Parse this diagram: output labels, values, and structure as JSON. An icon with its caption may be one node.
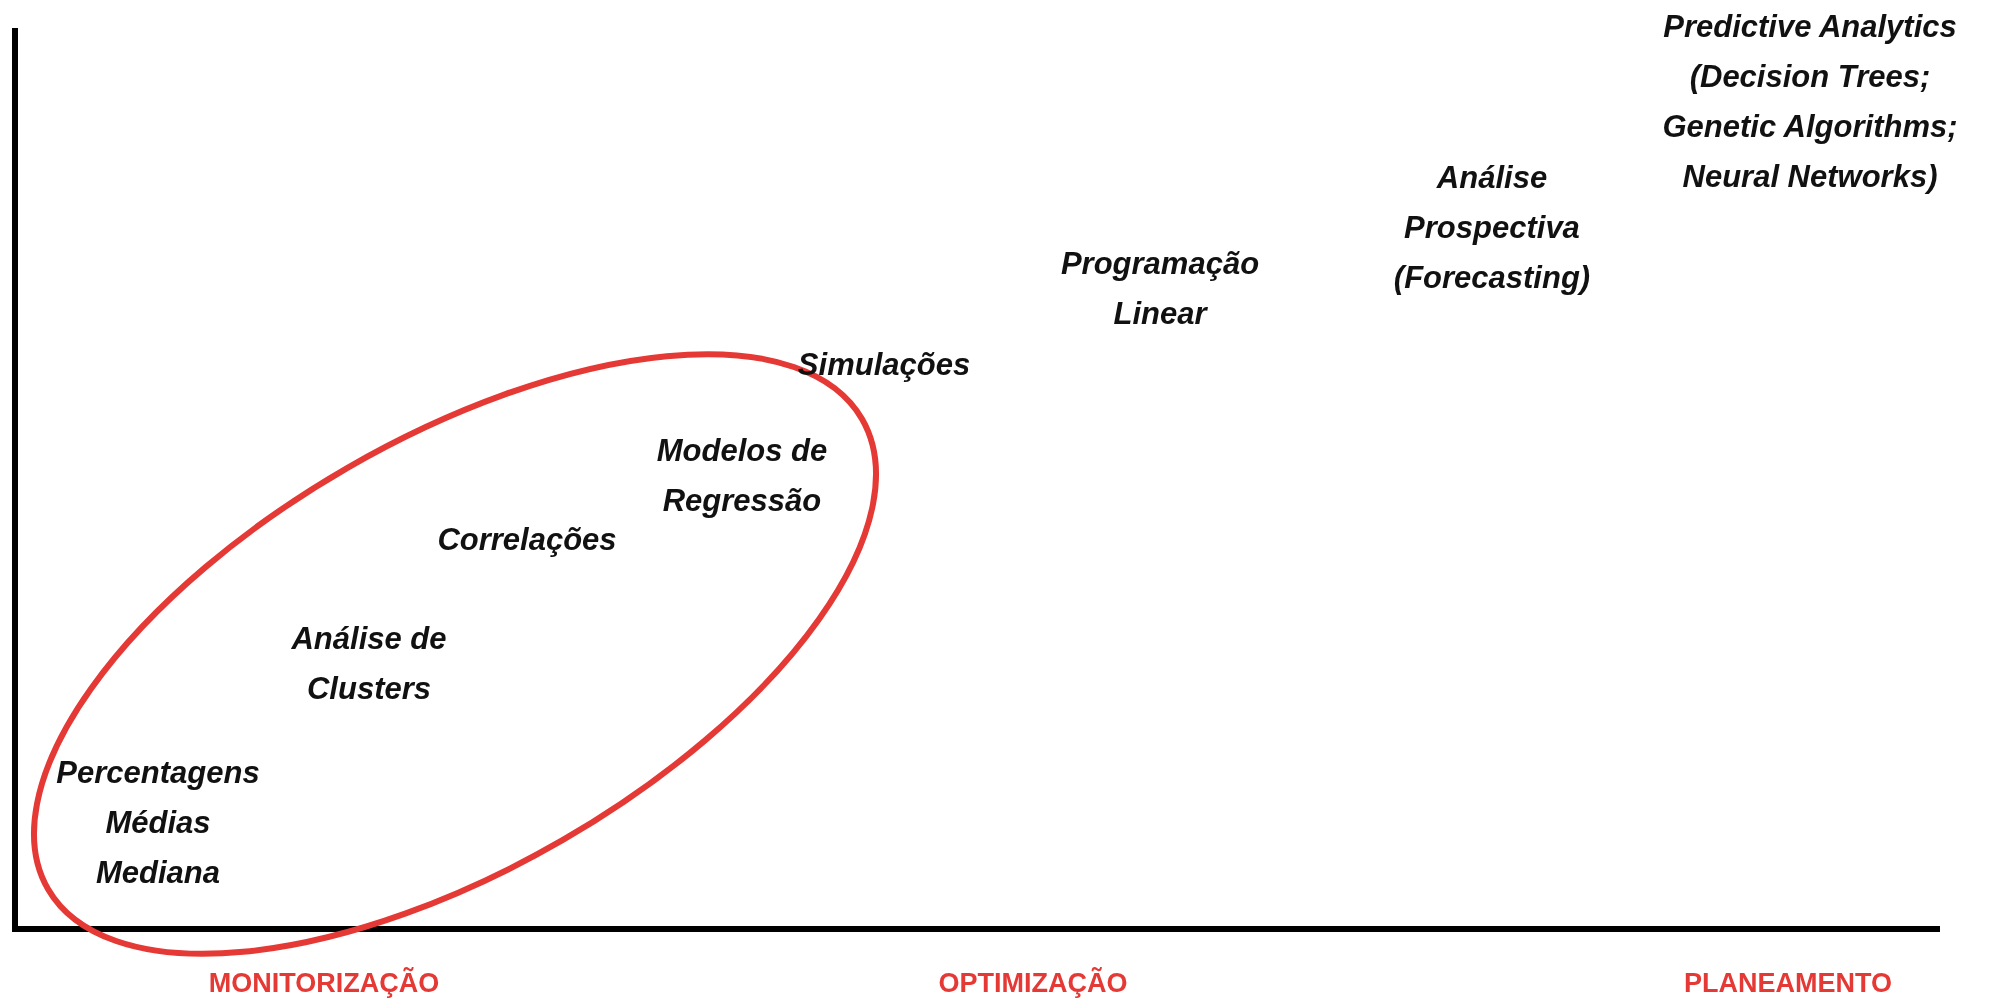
{
  "diagram": {
    "nodes": [
      {
        "text": [],
        "shape": "ellipse"
      }
    ],
    "labels": [
      "Predictive Analytics (Decision Trees; Genetic Algorithms; Neural Networks)",
      "Análise Prospectiva (Forecasting)",
      "Programação Linear",
      "Simulações",
      "Modelos de Regressão",
      "Correlações",
      "Análise de Clusters",
      "Percentagens Médias Mediana",
      "MONITORIZAÇÃO",
      "OPTIMIZAÇÃO",
      "PLANEAMENTO"
    ]
  }
}
